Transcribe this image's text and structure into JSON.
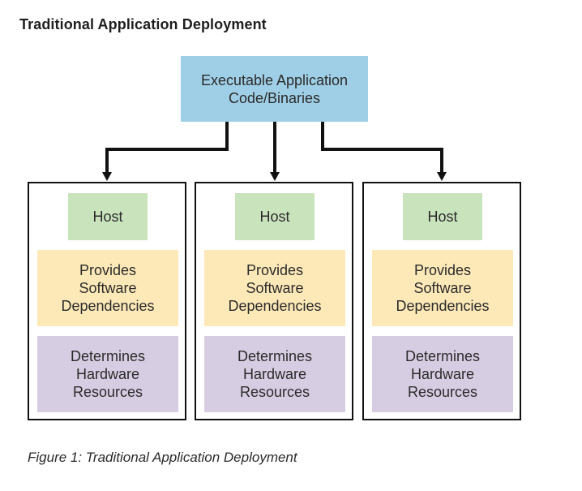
{
  "title": "Traditional Application Deployment",
  "top_box": {
    "label": "Executable Application\nCode/Binaries"
  },
  "columns": [
    {
      "host": "Host",
      "dependencies": "Provides\nSoftware\nDependencies",
      "hardware": "Determines\nHardware\nResources"
    },
    {
      "host": "Host",
      "dependencies": "Provides\nSoftware\nDependencies",
      "hardware": "Determines\nHardware\nResources"
    },
    {
      "host": "Host",
      "dependencies": "Provides\nSoftware\nDependencies",
      "hardware": "Determines\nHardware\nResources"
    }
  ],
  "caption": "Figure 1: Traditional Application Deployment",
  "colors": {
    "top_box": "#9fcfe6",
    "host": "#c9e4bd",
    "dependencies": "#fde9b8",
    "hardware": "#d7cde2",
    "lines": "#111111"
  }
}
